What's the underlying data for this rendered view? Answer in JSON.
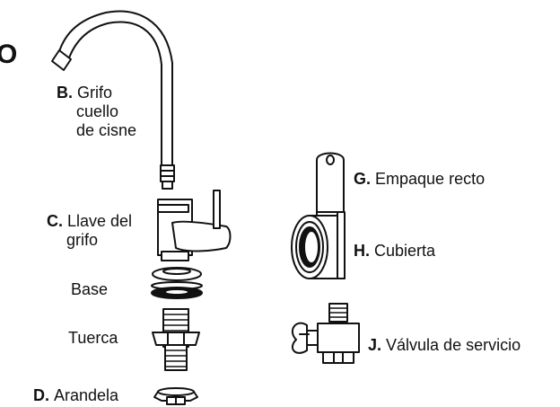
{
  "fragment": "O",
  "parts": {
    "b": {
      "letter": "B.",
      "lines": [
        "Grifo",
        "cuello",
        "de cisne"
      ]
    },
    "c": {
      "letter": "C.",
      "lines": [
        "Llave del",
        "grifo"
      ]
    },
    "base": {
      "text": "Base"
    },
    "tuerca": {
      "text": "Tuerca"
    },
    "d": {
      "letter": "D.",
      "text": "Arandela"
    },
    "g": {
      "letter": "G.",
      "text": "Empaque recto"
    },
    "h": {
      "letter": "H.",
      "text": "Cubierta"
    },
    "j": {
      "letter": "J.",
      "text": "Válvula de servicio"
    }
  }
}
